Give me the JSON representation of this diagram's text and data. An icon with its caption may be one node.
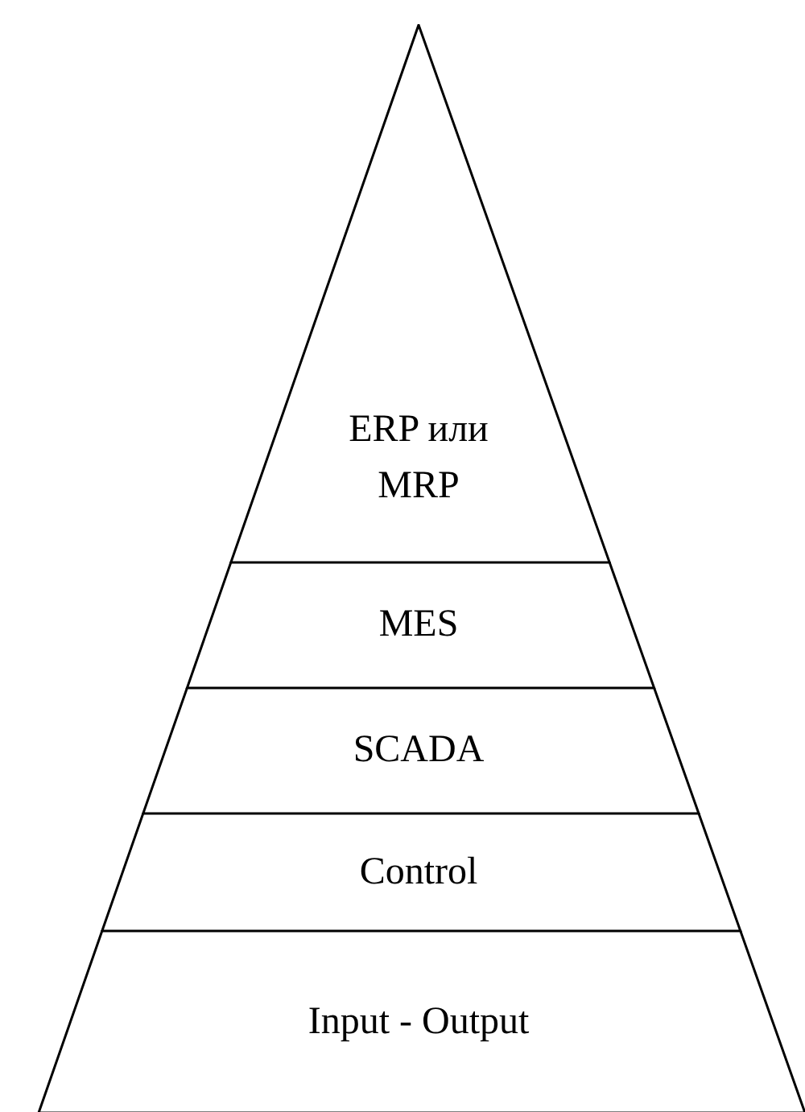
{
  "diagram": {
    "nodes": [
      {
        "text": [
          "ERP или MRP"
        ]
      },
      {
        "text": [
          "MES"
        ]
      },
      {
        "text": [
          "SCADA"
        ]
      },
      {
        "text": [
          "Control"
        ]
      },
      {
        "text": [
          "Input - Output"
        ]
      }
    ]
  }
}
